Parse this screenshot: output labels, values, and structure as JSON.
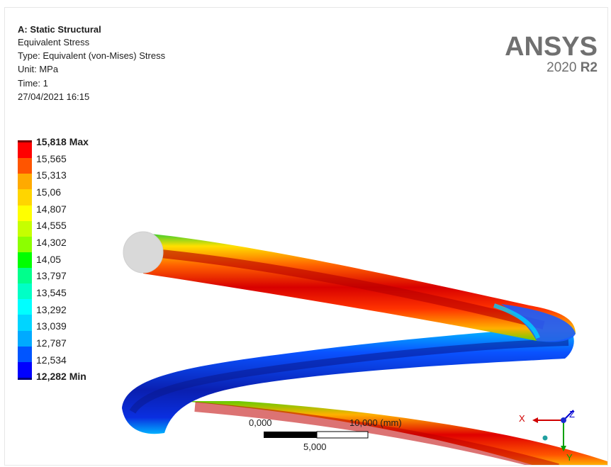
{
  "header": {
    "title": "A: Static Structural",
    "lines": [
      "Equivalent Stress",
      "Type: Equivalent (von-Mises) Stress",
      "Unit: MPa",
      "Time: 1",
      "27/04/2021 16:15"
    ]
  },
  "brand": {
    "name": "ANSYS",
    "version_year": "2020",
    "version_release": "R2"
  },
  "legend": {
    "max_label": "15,818 Max",
    "min_label": "12,282 Min",
    "values": [
      "15,565",
      "15,313",
      "15,06",
      "14,807",
      "14,555",
      "14,302",
      "14,05",
      "13,797",
      "13,545",
      "13,292",
      "13,039",
      "12,787",
      "12,534"
    ],
    "colors": [
      "#ff0000",
      "#ff5500",
      "#ffaa00",
      "#ffd500",
      "#ffff00",
      "#c6ff00",
      "#8cff00",
      "#00ff00",
      "#00ff8c",
      "#00ffc6",
      "#00ffff",
      "#00d5ff",
      "#00aaff",
      "#0055ff",
      "#0000ff"
    ]
  },
  "scale_bar": {
    "start_label": "0,000",
    "end_label": "10,000 (mm)",
    "mid_label": "5,000"
  },
  "triad": {
    "x_label": "X",
    "y_label": "Y",
    "z_label": "Z",
    "x_color": "#d00000",
    "y_color": "#00a000",
    "z_color": "#0000d0"
  }
}
